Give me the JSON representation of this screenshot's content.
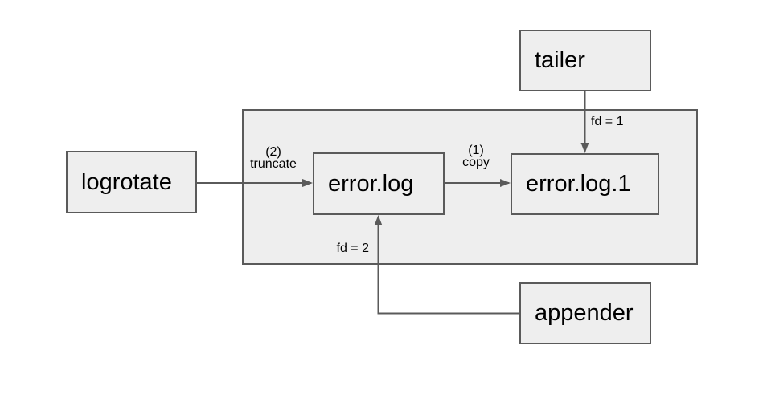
{
  "diagram": {
    "nodes": {
      "tailer": {
        "label": "tailer"
      },
      "logrotate": {
        "label": "logrotate"
      },
      "error_log": {
        "label": "error.log"
      },
      "error_log_1": {
        "label": "error.log.1"
      },
      "appender": {
        "label": "appender"
      }
    },
    "edge_labels": {
      "tailer_fd": "fd = 1",
      "appender_fd": "fd = 2",
      "truncate_step": "(2)",
      "truncate_action": "truncate",
      "copy_step": "(1)",
      "copy_action": "copy"
    },
    "colors": {
      "node_fill": "#eeeeee",
      "node_border": "#5a5a5a",
      "arrow": "#5a5a5a",
      "text": "#000000",
      "canvas_bg": "#ffffff"
    }
  }
}
